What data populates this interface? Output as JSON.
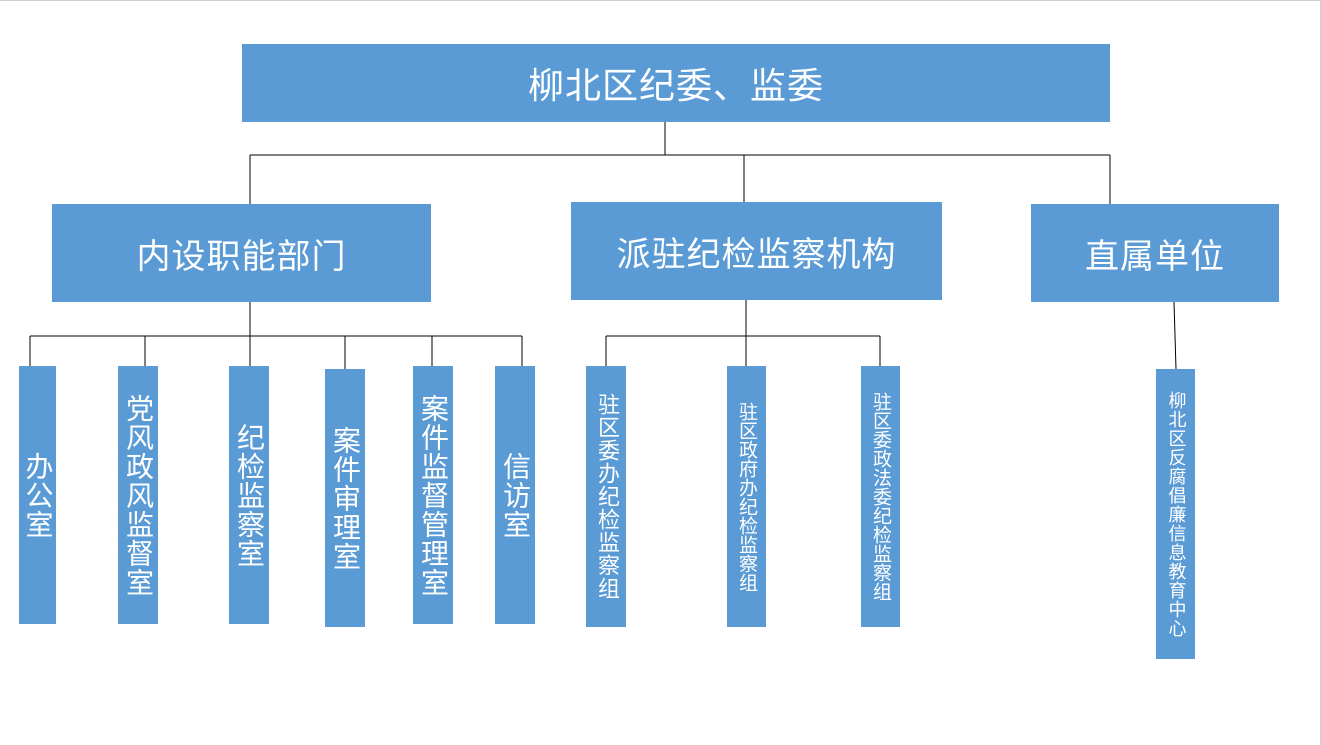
{
  "root": {
    "label": "柳北区纪委、监委"
  },
  "departments": [
    {
      "label": "内设职能部门",
      "children": [
        "办公室",
        "党风政风监督室",
        "纪检监察室",
        "案件审理室",
        "案件监督管理室",
        "信访室"
      ]
    },
    {
      "label": "派驻纪检监察机构",
      "children": [
        "驻区委办纪检监察组",
        "驻区政府办纪检监察组",
        "驻区委政法委纪检监察组"
      ]
    },
    {
      "label": "直属单位",
      "children": [
        "柳北区反腐倡廉信息教育中心"
      ]
    }
  ],
  "colors": {
    "box_fill": "#5b9bd5",
    "box_text": "#ffffff",
    "connector": "#000000",
    "background": "#ffffff"
  }
}
